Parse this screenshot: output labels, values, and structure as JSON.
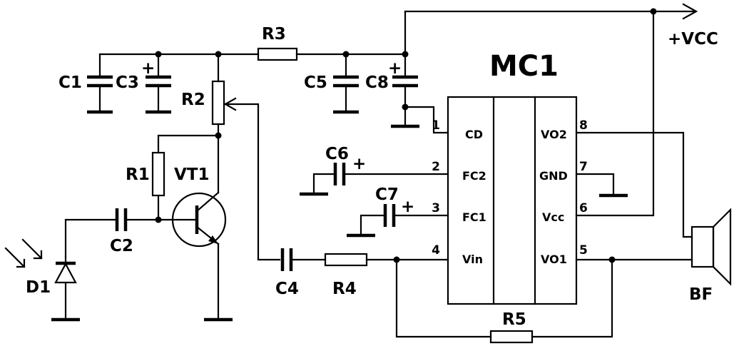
{
  "ic": {
    "name": "MC1",
    "pins_left": [
      {
        "num": "1",
        "label": "CD"
      },
      {
        "num": "2",
        "label": "FC2"
      },
      {
        "num": "3",
        "label": "FC1"
      },
      {
        "num": "4",
        "label": "Vin"
      }
    ],
    "pins_right": [
      {
        "num": "8",
        "label": "VO2"
      },
      {
        "num": "7",
        "label": "GND"
      },
      {
        "num": "6",
        "label": "Vcc"
      },
      {
        "num": "5",
        "label": "VO1"
      }
    ]
  },
  "components": {
    "C1": "C1",
    "C2": "C2",
    "C3": "C3",
    "C4": "C4",
    "C5": "C5",
    "C6": "C6",
    "C7": "C7",
    "C8": "C8",
    "R1": "R1",
    "R2": "R2",
    "R3": "R3",
    "R4": "R4",
    "R5": "R5",
    "VT1": "VT1",
    "D1": "D1",
    "BF": "BF"
  },
  "supply": "+VCC",
  "polarity_mark": "+"
}
